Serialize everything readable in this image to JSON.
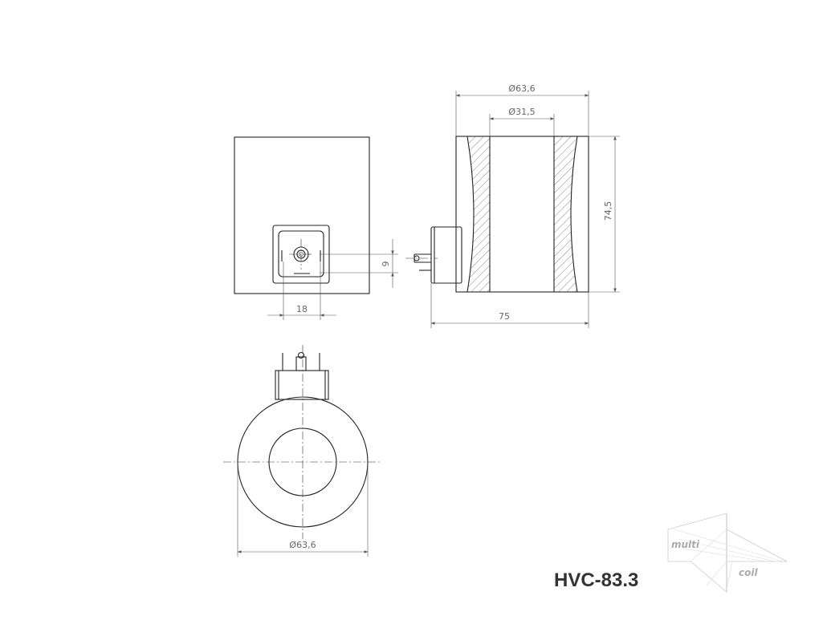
{
  "drawing": {
    "model_code": "HVC-83.3",
    "dimensions": {
      "front_connector_width": "18",
      "front_connector_height": "9",
      "side_outer_diameter": "Ø63,6",
      "side_inner_diameter": "Ø31,5",
      "side_height": "74,5",
      "side_total_length": "75",
      "top_outer_diameter": "Ø63,6"
    },
    "logo": {
      "line1": "multi",
      "line2": "coil"
    }
  }
}
